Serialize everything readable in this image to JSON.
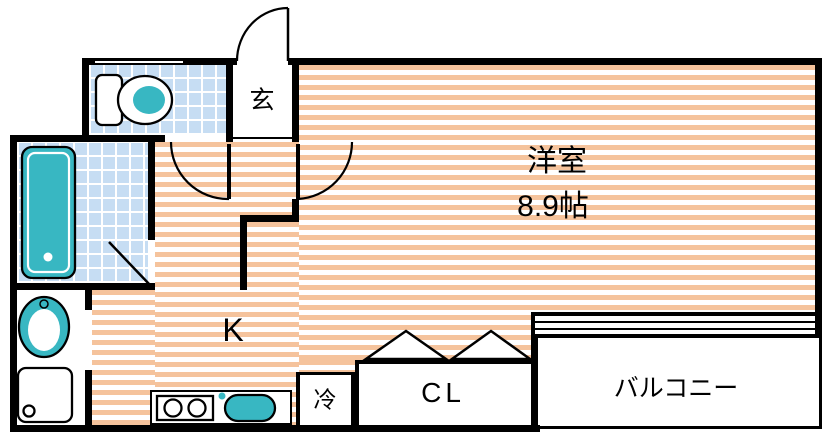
{
  "floorplan": {
    "rooms": {
      "main_room": {
        "label": "洋室",
        "size": "8.9帖"
      },
      "kitchen": {
        "label": "K"
      },
      "entrance": {
        "label": "玄"
      },
      "refrigerator": {
        "label": "冷"
      },
      "closet": {
        "label": "CL"
      },
      "balcony": {
        "label": "バルコニー"
      }
    },
    "colors": {
      "flooring": "#f5c39c",
      "tile_blue": "#c6ddf3",
      "fixture_teal": "#38b7c2",
      "wall": "#000000",
      "bg": "#ffffff"
    },
    "fixtures": [
      "toilet",
      "bathtub",
      "washbasin",
      "washing-machine-pan",
      "stove-2-burner",
      "kitchen-sink",
      "refrigerator-space"
    ],
    "doors": [
      "entry-door",
      "toilet-door",
      "main-room-door",
      "bathroom-door",
      "closet-folding-doors",
      "balcony-window"
    ]
  }
}
